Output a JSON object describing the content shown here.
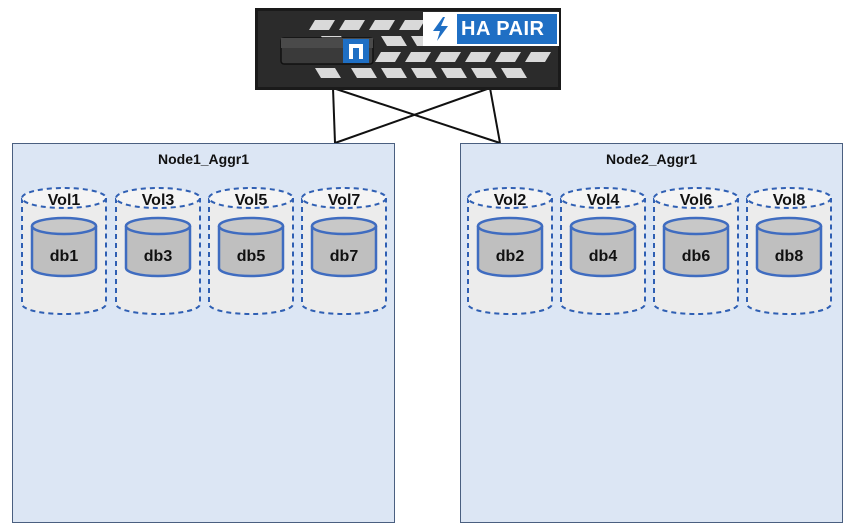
{
  "badge": {
    "text": "HA PAIR"
  },
  "aggregates": [
    {
      "title": "Node1_Aggr1",
      "volumes": [
        {
          "vol": "Vol1",
          "db": "db1"
        },
        {
          "vol": "Vol3",
          "db": "db3"
        },
        {
          "vol": "Vol5",
          "db": "db5"
        },
        {
          "vol": "Vol7",
          "db": "db7"
        }
      ]
    },
    {
      "title": "Node2_Aggr1",
      "volumes": [
        {
          "vol": "Vol2",
          "db": "db2"
        },
        {
          "vol": "Vol4",
          "db": "db4"
        },
        {
          "vol": "Vol6",
          "db": "db6"
        },
        {
          "vol": "Vol8",
          "db": "db8"
        }
      ]
    }
  ],
  "colors": {
    "aggregate_fill": "#dce6f4",
    "aggregate_border": "#4a5f80",
    "volume_dash": "#2f5fb3",
    "db_fill": "#bfbfbf",
    "db_border": "#3f6cc0",
    "badge_blue": "#1f6fc4"
  }
}
